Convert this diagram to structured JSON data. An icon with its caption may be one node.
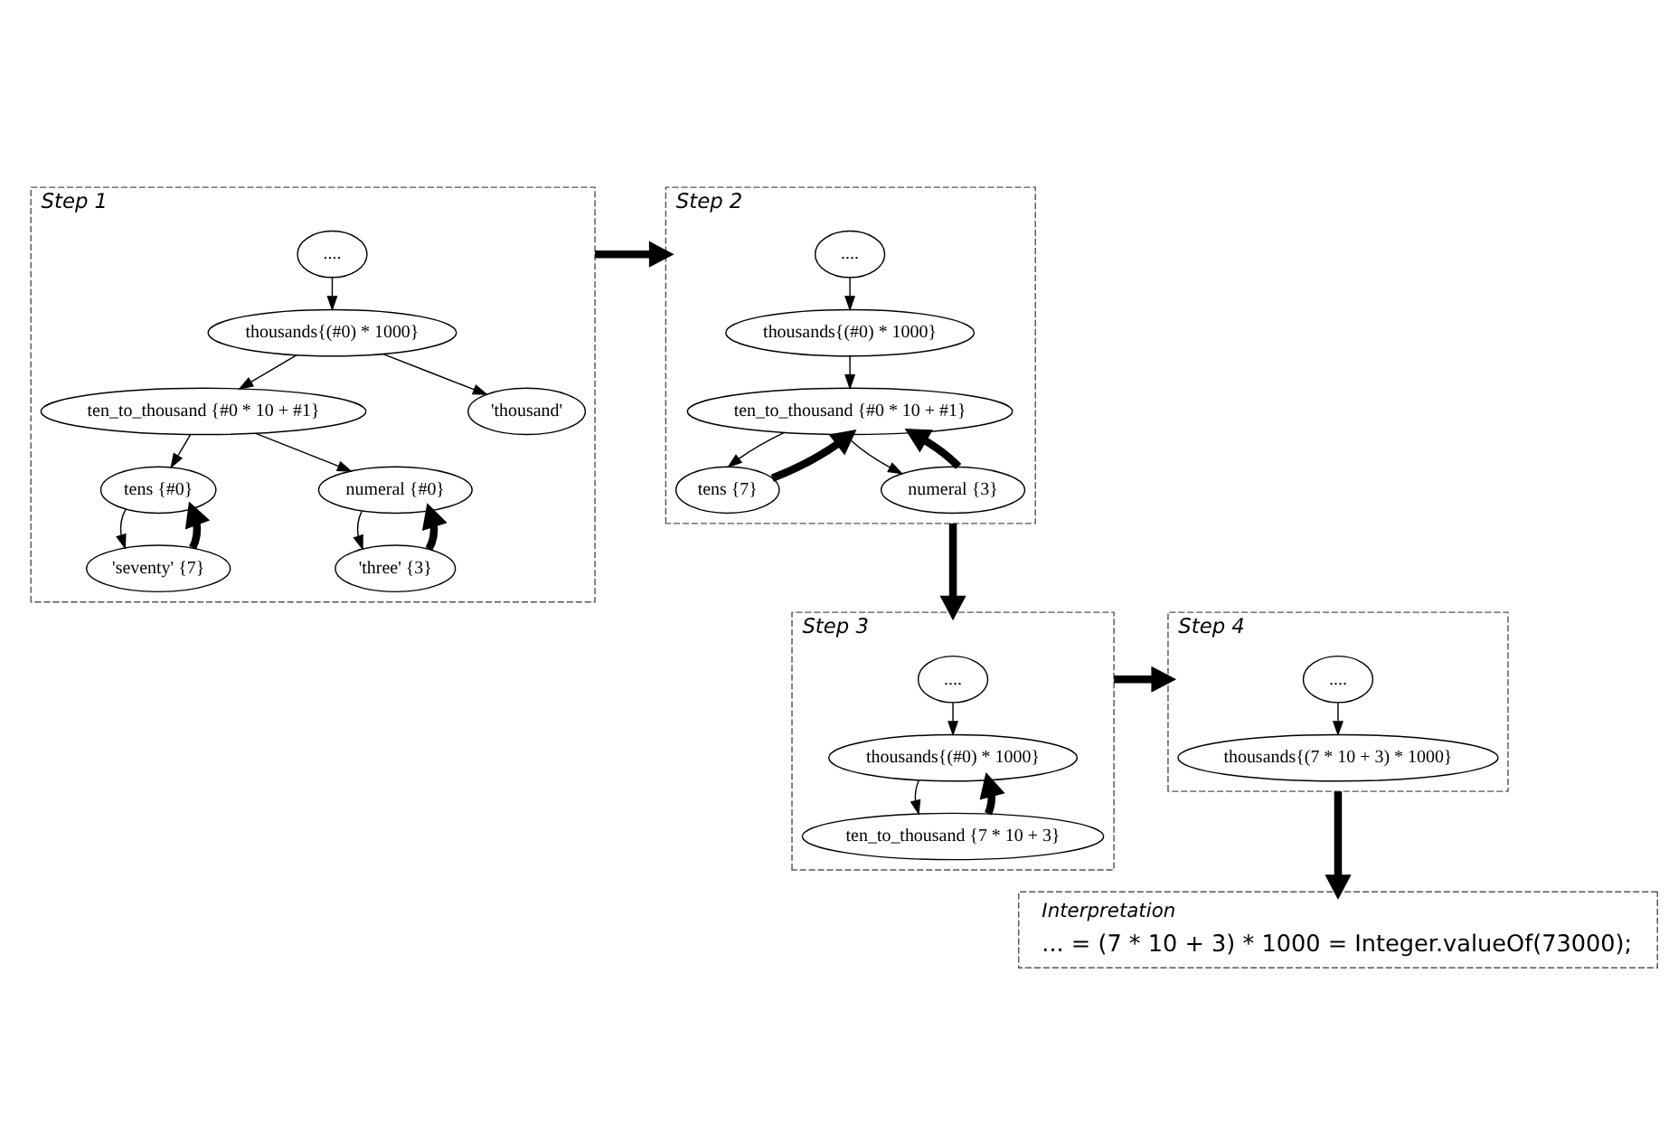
{
  "diagram": {
    "nodes": [
      {
        "text": [
          "Step 1"
        ]
      },
      {
        "text": [
          "...."
        ],
        "in": 0
      },
      {
        "text": [
          "thousands{(#0) * 1000}"
        ],
        "in": 0
      },
      {
        "text": [
          "ten_to_thousand {#0 * 10 + #1}"
        ],
        "in": 0
      },
      {
        "text": [
          "tens {#0}"
        ],
        "in": 0
      },
      {
        "text": [
          "numeral {#0}"
        ],
        "in": 0
      },
      {
        "text": [
          "'seventy' {7}"
        ],
        "in": 0
      },
      {
        "text": [
          "'three' {3}"
        ],
        "in": 0
      },
      {
        "text": [
          "'thousand'"
        ],
        "in": 0
      },
      {
        "text": [
          "Step 2"
        ]
      },
      {
        "text": [
          "...."
        ],
        "in": 9
      },
      {
        "text": [
          "thousands{(#0) * 1000}"
        ],
        "in": 9
      },
      {
        "text": [
          "ten_to_thousand {#0 * 10 + #1}"
        ],
        "in": 9
      },
      {
        "text": [
          "tens {7}"
        ],
        "in": 9
      },
      {
        "text": [
          "numeral {3}"
        ],
        "in": 9
      },
      {
        "text": [
          "Step 3"
        ]
      },
      {
        "text": [
          "...."
        ],
        "in": 15
      },
      {
        "text": [
          "thousands{(#0) * 1000}"
        ],
        "in": 15
      },
      {
        "text": [
          "ten_to_thousand {7 * 10 + 3}"
        ],
        "in": 15
      },
      {
        "text": [
          "Step 4"
        ]
      },
      {
        "text": [
          "...."
        ],
        "in": 19
      },
      {
        "text": [
          "thousands{(7 * 10 + 3) * 1000}"
        ],
        "in": 19
      },
      {
        "text": [
          "Interpretation",
          "... = (7 * 10 + 3) * 1000 = Integer.valueOf(73000);"
        ]
      }
    ],
    "edges": [
      {
        "from": 1,
        "to": 2,
        "arrow": "to"
      },
      {
        "from": 2,
        "to": 3,
        "arrow": "to"
      },
      {
        "from": 2,
        "to": 8,
        "arrow": "to"
      },
      {
        "from": 3,
        "to": 4,
        "arrow": "to"
      },
      {
        "from": 3,
        "to": 5,
        "arrow": "to"
      },
      {
        "from": 4,
        "to": 6,
        "arrow": "to"
      },
      {
        "from": 5,
        "to": 7,
        "arrow": "to"
      },
      {
        "from": 6,
        "to": 4,
        "arrow": "to",
        "style": "thick"
      },
      {
        "from": 7,
        "to": 5,
        "arrow": "to",
        "style": "thick"
      },
      {
        "from": 0,
        "to": 9,
        "arrow": "to",
        "style": "thick"
      },
      {
        "from": 10,
        "to": 11,
        "arrow": "to"
      },
      {
        "from": 11,
        "to": 12,
        "arrow": "to"
      },
      {
        "from": 12,
        "to": 13,
        "arrow": "to"
      },
      {
        "from": 12,
        "to": 14,
        "arrow": "to"
      },
      {
        "from": 13,
        "to": 12,
        "arrow": "to",
        "style": "thick"
      },
      {
        "from": 14,
        "to": 12,
        "arrow": "to",
        "style": "thick"
      },
      {
        "from": 9,
        "to": 15,
        "arrow": "to",
        "style": "thick"
      },
      {
        "from": 16,
        "to": 17,
        "arrow": "to"
      },
      {
        "from": 17,
        "to": 18,
        "arrow": "to"
      },
      {
        "from": 18,
        "to": 17,
        "arrow": "to",
        "style": "thick"
      },
      {
        "from": 15,
        "to": 19,
        "arrow": "to",
        "style": "thick"
      },
      {
        "from": 20,
        "to": 21,
        "arrow": "to"
      },
      {
        "from": 19,
        "to": 22,
        "arrow": "to",
        "style": "thick"
      }
    ]
  }
}
